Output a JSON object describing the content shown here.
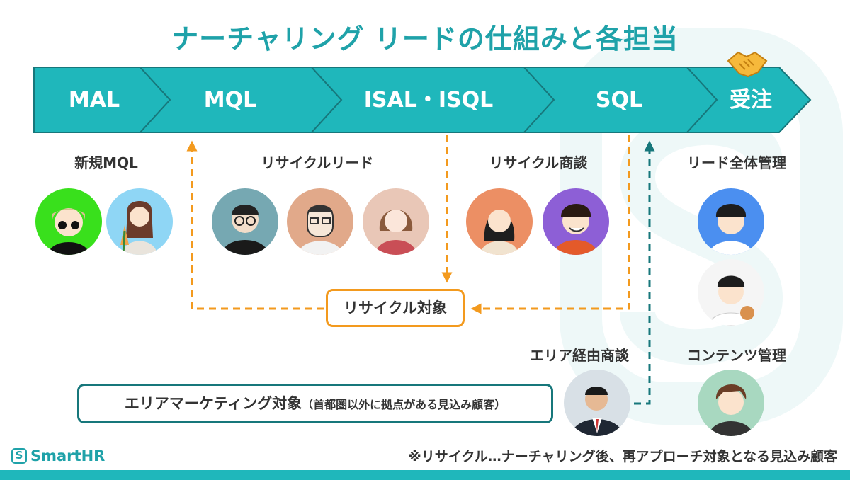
{
  "title": "ナーチャリング リードの仕組みと各担当",
  "stages": [
    "MAL",
    "MQL",
    "ISAL・ISQL",
    "SQL",
    "受注"
  ],
  "groups": {
    "new_mql": "新規MQL",
    "recycle_lead": "リサイクルリード",
    "recycle_deal": "リサイクル商談",
    "lead_management": "リード全体管理",
    "area_deal": "エリア経由商談",
    "content_management": "コンテンツ管理"
  },
  "boxes": {
    "recycle_target": "リサイクル対象",
    "area_marketing_main": "エリアマーケティング対象",
    "area_marketing_sub": "（首都圏以外に拠点がある見込み顧客）"
  },
  "logo": "SmartHR",
  "footnote": "※リサイクル…ナーチャリング後、再アプローチ対象となる見込み顧客",
  "colors": {
    "teal": "#1fb7bb",
    "title_teal": "#1fa2a9",
    "orange": "#f39a1e",
    "dark_teal": "#17777b"
  },
  "icons": [
    "handshake-icon",
    "smarthr-logo-icon"
  ]
}
